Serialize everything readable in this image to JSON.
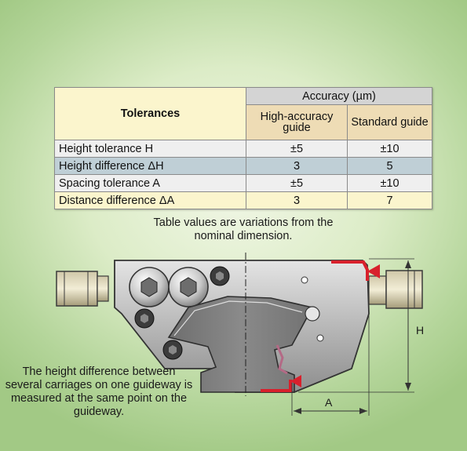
{
  "table": {
    "header_tolerances": "Tolerances",
    "header_accuracy": "Accuracy   (µm)",
    "col_high": "High-accuracy guide",
    "col_standard": "Standard guide",
    "rows": [
      {
        "label": "Height tolerance H",
        "high": "±5",
        "standard": "±10"
      },
      {
        "label": "Height difference ΔH",
        "high": "3",
        "standard": "5"
      },
      {
        "label": "Spacing tolerance A",
        "high": "±5",
        "standard": "±10"
      },
      {
        "label": "Distance difference ΔA",
        "high": "3",
        "standard": "7"
      }
    ]
  },
  "notes": {
    "top": "Table values are variations from the nominal dimension.",
    "bottom": "The height difference between several carriages on one guideway is measured at the same point on the guideway."
  },
  "drawing": {
    "label_h": "H",
    "label_a": "A",
    "marker_color": "#d8202c"
  }
}
